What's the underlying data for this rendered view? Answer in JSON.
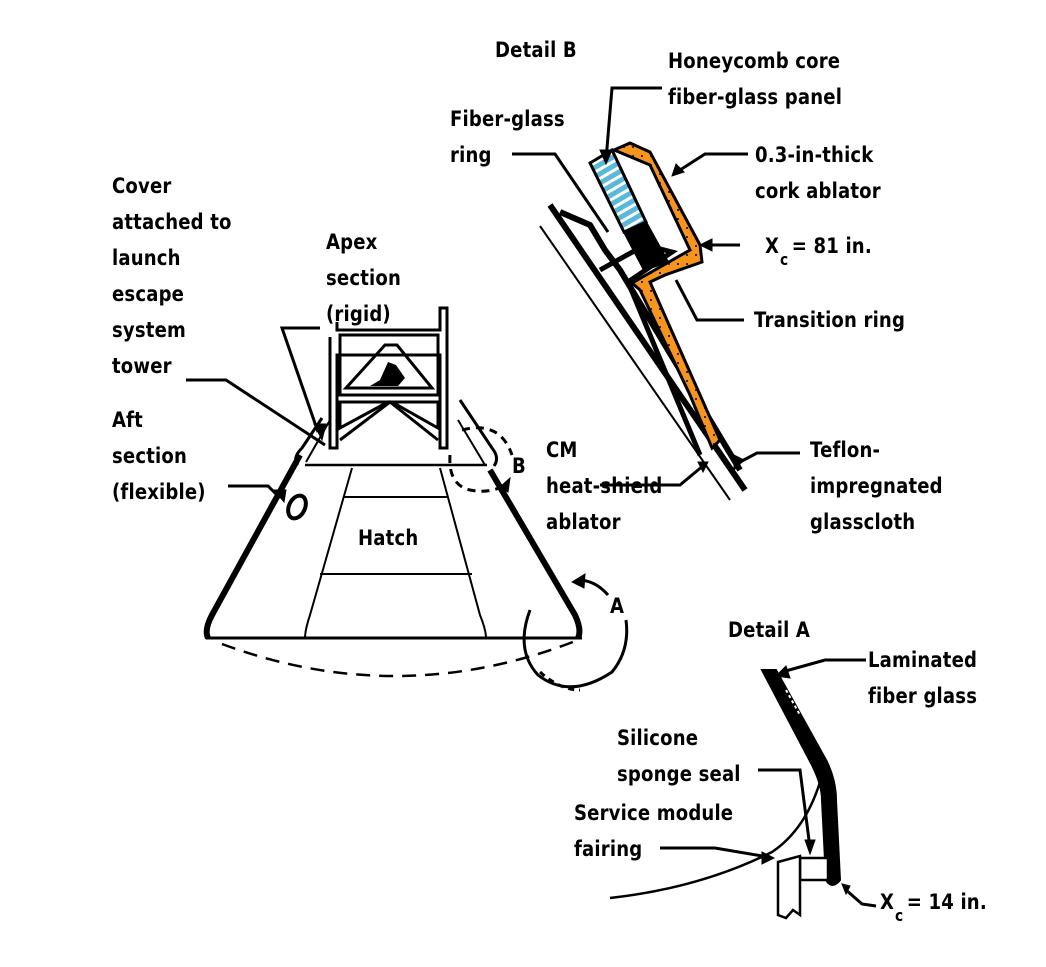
{
  "colors": {
    "ink": "#000000",
    "cork": "#f7941d",
    "honeycomb": "#5ab8d8",
    "background": "#ffffff"
  },
  "main_view": {
    "labels": {
      "cover": [
        "Cover",
        "attached to",
        "launch",
        "escape",
        "system",
        "tower"
      ],
      "apex": [
        "Apex",
        "section",
        "(rigid)"
      ],
      "aft": [
        "Aft",
        "section",
        "(flexible)"
      ],
      "hatch": "Hatch",
      "callout_b": "B",
      "callout_a": "A"
    }
  },
  "detail_b": {
    "title": "Detail B",
    "labels": {
      "honeycomb": [
        "Honeycomb core",
        "fiber-glass panel"
      ],
      "fiber_ring": [
        "Fiber-glass",
        "ring"
      ],
      "cork": [
        "0.3-in-thick",
        "cork ablator"
      ],
      "station": {
        "symbol": "X",
        "subscript": "c",
        "value": "= 81 in."
      },
      "transition": "Transition ring",
      "cm_ablator": [
        "CM",
        "heat-shield",
        "ablator"
      ],
      "teflon": [
        "Teflon-",
        "impregnated",
        "glasscloth"
      ]
    }
  },
  "detail_a": {
    "title": "Detail A",
    "labels": {
      "laminated": [
        "Laminated",
        "fiber glass"
      ],
      "silicone": [
        "Silicone",
        "sponge seal"
      ],
      "fairing": [
        "Service module",
        "fairing"
      ],
      "station": {
        "symbol": "X",
        "subscript": "c",
        "value": "= 14 in."
      }
    }
  }
}
